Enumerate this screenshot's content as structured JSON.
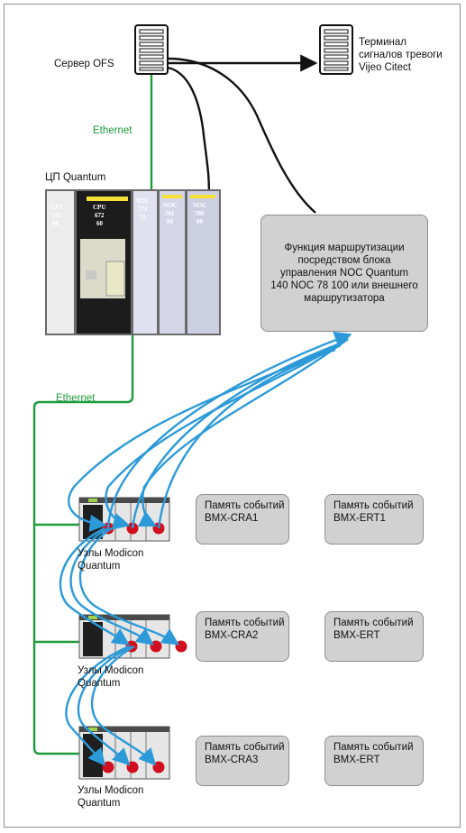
{
  "server_label": "Сервер OFS",
  "alarm_terminal_label": "Терминал\nсигналов тревоги\nVijeo Citect",
  "ethernet_top_label": "Ethernet",
  "cpu_title": "ЦП Quantum",
  "ethernet_bottom_label": "Ethernet",
  "routing_box_text": "Функция маршрутизации\nпосредством блока\nуправления NOC Quantum\n140 NOC 78 100 или внешнего\nмаршрутизатора",
  "rack_modules": [
    {
      "name": "CPS",
      "line2": "111",
      "line3": "00"
    },
    {
      "name": "CPU",
      "line2": "672",
      "line3": "60"
    },
    {
      "name": "NOE",
      "line2": "771",
      "line3": "11"
    },
    {
      "name": "NOC",
      "line2": "781",
      "line3": "00"
    },
    {
      "name": "NOC",
      "line2": "780",
      "line3": "00"
    }
  ],
  "nodes": [
    {
      "label": "Узлы Modicon\nQuantum",
      "event_a": "Память событий\nBMX-CRA1",
      "event_b": "Память событий\nBMX-ERT1"
    },
    {
      "label": "Узлы Modicon\nQuantum",
      "event_a": "Память событий\nBMX-CRA2",
      "event_b": "Память событий\nBMX-ERT"
    },
    {
      "label": "Узлы Modicon\nQuantum",
      "event_a": "Память событий\nBMX-CRA3",
      "event_b": "Память событий\nBMX-ERT"
    }
  ],
  "colors": {
    "ethernet_green": "#1f9a3c",
    "link_blue": "#2c9ad8",
    "box_gray": "#d1d1d1",
    "dot_red": "#d10f1e"
  }
}
